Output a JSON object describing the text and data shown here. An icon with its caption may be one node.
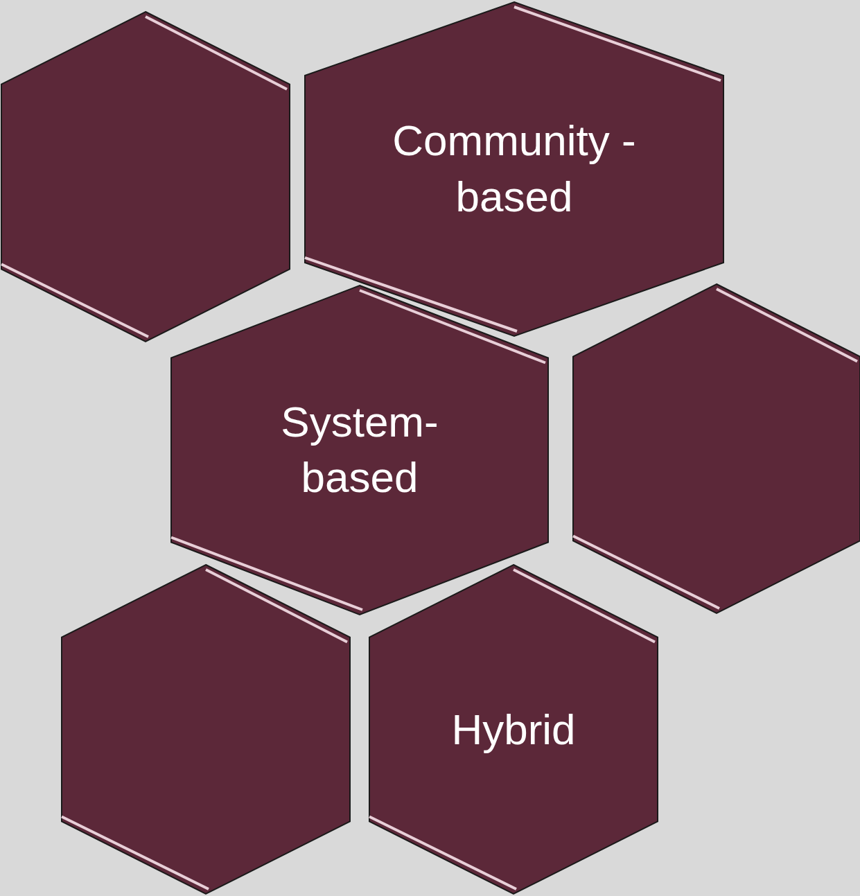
{
  "diagram": {
    "nodes": [
      {
        "text": [],
        "shape": "hexagon"
      },
      {
        "text": [
          "Community -based"
        ]
      },
      {
        "text": [
          "System- based"
        ]
      },
      {
        "text": [],
        "shape": "hexagon"
      },
      {
        "text": [],
        "shape": "hexagon"
      },
      {
        "text": [
          "Hybrid"
        ]
      }
    ]
  }
}
